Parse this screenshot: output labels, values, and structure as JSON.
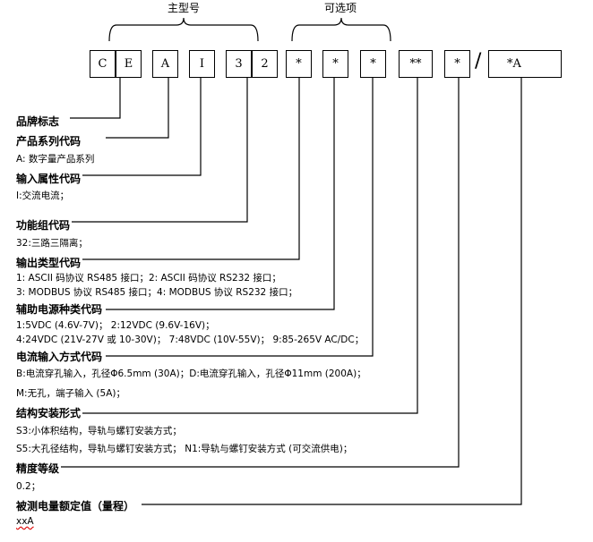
{
  "groups": {
    "main_model": "主型号",
    "options": "可选项"
  },
  "boxes": [
    "C",
    "E",
    "A",
    "I",
    "3",
    "2",
    "*",
    "*",
    "*",
    "**",
    "*",
    "*A"
  ],
  "slash": "/",
  "sections": [
    {
      "title": "品牌标志",
      "lines": []
    },
    {
      "title": "产品系列代码",
      "lines": [
        "A: 数字量产品系列"
      ]
    },
    {
      "title": "输入属性代码",
      "lines": [
        "I:交流电流；"
      ]
    },
    {
      "title": "功能组代码",
      "lines": [
        "32:三路三隔离；"
      ]
    },
    {
      "title": "输出类型代码",
      "lines": [
        "1: ASCII 码协议 RS485 接口；2: ASCII 码协议 RS232 接口；",
        "3: MODBUS 协议 RS485 接口；4: MODBUS 协议 RS232 接口；"
      ]
    },
    {
      "title": "辅助电源种类代码",
      "lines": [
        "1:5VDC (4.6V-7V)；   2:12VDC (9.6V-16V)；",
        "4:24VDC (21V-27V 或 10-30V)；  7:48VDC (10V-55V)；   9:85-265V AC/DC；"
      ]
    },
    {
      "title": "电流输入方式代码",
      "lines": [
        "B:电流穿孔输入，孔径Φ6.5mm (30A)；D:电流穿孔输入，孔径Φ11mm (200A)；",
        "M:无孔，端子输入 (5A)；"
      ]
    },
    {
      "title": "结构安装形式",
      "lines": [
        "S3:小体积结构，导轨与螺钉安装方式；",
        "S5:大孔径结构，导轨与螺钉安装方式；   N1:导轨与螺钉安装方式 (可交流供电)；"
      ]
    },
    {
      "title": "精度等级",
      "lines": [
        "0.2；"
      ]
    },
    {
      "title": "被测电量额定值（量程）",
      "lines": [
        "xxA"
      ]
    }
  ]
}
